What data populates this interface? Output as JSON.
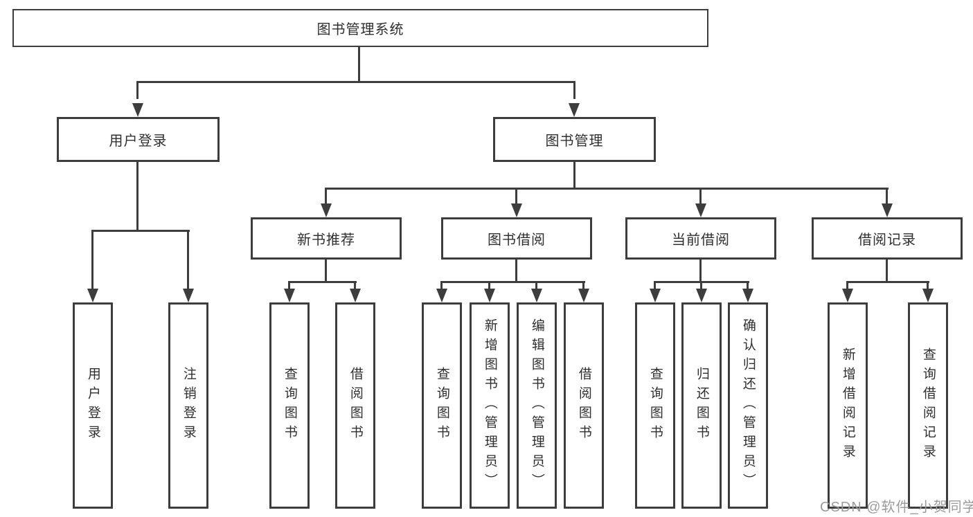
{
  "tree": {
    "root": {
      "label": "图书管理系统"
    },
    "branches": [
      {
        "label": "用户登录",
        "children": [
          {
            "label": "用户登录"
          },
          {
            "label": "注销登录"
          }
        ]
      },
      {
        "label": "图书管理",
        "children": [
          {
            "label": "新书推荐",
            "children": [
              {
                "label": "查询图书"
              },
              {
                "label": "借阅图书"
              }
            ]
          },
          {
            "label": "图书借阅",
            "children": [
              {
                "label": "查询图书"
              },
              {
                "label": "新增图书（管理员）"
              },
              {
                "label": "编辑图书（管理员）"
              },
              {
                "label": "借阅图书"
              }
            ]
          },
          {
            "label": "当前借阅",
            "children": [
              {
                "label": "查询图书"
              },
              {
                "label": "归还图书"
              },
              {
                "label": "确认归还（管理员）"
              }
            ]
          },
          {
            "label": "借阅记录",
            "children": [
              {
                "label": "新增借阅记录"
              },
              {
                "label": "查询借阅记录"
              }
            ]
          }
        ]
      }
    ]
  },
  "watermark": {
    "text": "CSDN @软件_小贺同学"
  },
  "colors": {
    "line": "#3d3d3d",
    "text": "#2f2f2f",
    "watermark": "#9b9b9b",
    "background": "#ffffff"
  }
}
